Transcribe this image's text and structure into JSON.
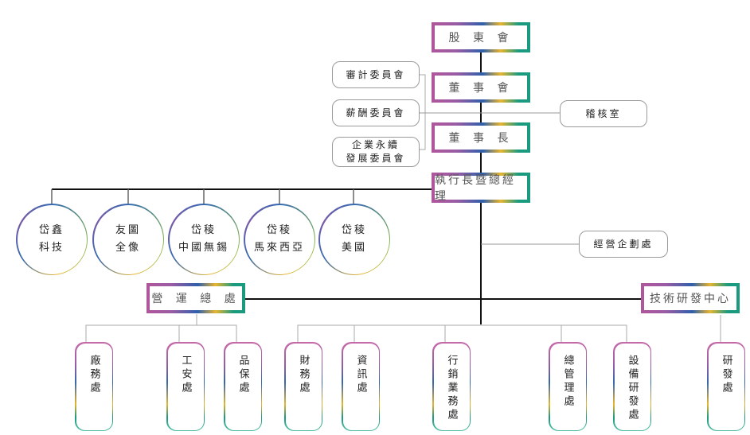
{
  "org_chart": {
    "shareholders": "股 東 會",
    "board": "董 事 會",
    "chairman": "董 事 長",
    "ceo": "執行長暨總經理",
    "committees": [
      {
        "label": "審計委員會"
      },
      {
        "label": "薪酬委員會"
      },
      {
        "label": "企業永續\n發展委員會"
      }
    ],
    "audit_office": "稽核室",
    "planning_office": "經營企劃處",
    "subsidiaries": [
      {
        "line1": "岱鑫",
        "line2": "科技"
      },
      {
        "line1": "友圖",
        "line2": "全像"
      },
      {
        "line1": "岱稜",
        "line2": "中國無錫"
      },
      {
        "line1": "岱稜",
        "line2": "馬來西亞"
      },
      {
        "line1": "岱稜",
        "line2": "美國"
      }
    ],
    "operations": "營 運 總 處",
    "rd_center": "技術研發中心",
    "departments": [
      {
        "label": "廠務處"
      },
      {
        "label": "工安處"
      },
      {
        "label": "品保處"
      },
      {
        "label": "財務處"
      },
      {
        "label": "資訊處"
      },
      {
        "label": "行銷業務處"
      },
      {
        "label": "總管理處"
      },
      {
        "label": "設備研發處"
      },
      {
        "label": "研發處"
      }
    ]
  },
  "colors": {
    "gradient_pink": "#b0569b",
    "gradient_blue": "#2e5fab",
    "gradient_yellow": "#e8b52f",
    "gradient_green": "#1a9a7e",
    "main_line": "#111111",
    "sub_line": "#999999"
  }
}
